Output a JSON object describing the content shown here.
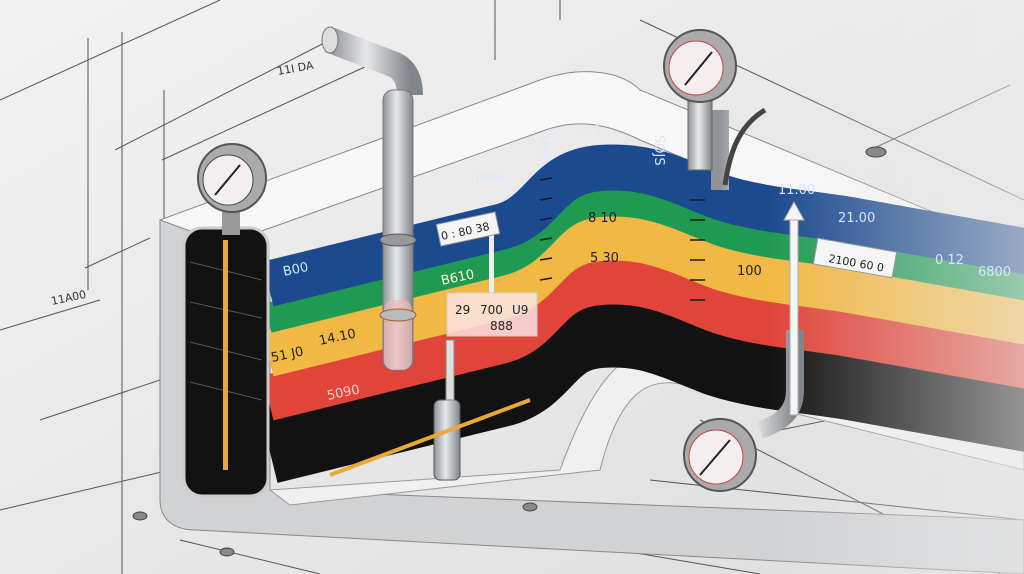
{
  "colors": {
    "background": "#ebebeb",
    "band_blue": "#1c4a8e",
    "band_green": "#1f9a52",
    "band_yellow": "#f1b843",
    "band_red": "#e0443a",
    "band_black": "#121212",
    "pipe": "#b9bcc0",
    "gauge_face": "#f4eeee"
  },
  "icons": [
    "pressure-gauge-icon",
    "pressure-gauge-icon",
    "pressure-gauge-icon",
    "pipe-elbow-icon",
    "valve-icon",
    "arrow-icon"
  ],
  "dimension_labels": {
    "top": "11I DA",
    "left": "11A00"
  },
  "blue_band": {
    "left_value": "B00",
    "mid_value": "0690",
    "top_left": "UPE",
    "top_mid": ":58",
    "top_right": "SOJS",
    "right_1": "11.00",
    "right_2": "21.00",
    "right_3": "0 12",
    "right_4": "6800"
  },
  "green_band": {
    "tag": "0 : 80 38",
    "right_tag": "2100  60  0"
  },
  "yellow_band": {
    "left_1": "51 J0",
    "left_2": "14.10",
    "mid": "B610",
    "hump": "8 10",
    "right": "100"
  },
  "red_band": {
    "left": "5090",
    "hump": "5 30"
  },
  "callout": {
    "v1": "29",
    "v2": "700",
    "v3": "U9",
    "v4": "888"
  }
}
